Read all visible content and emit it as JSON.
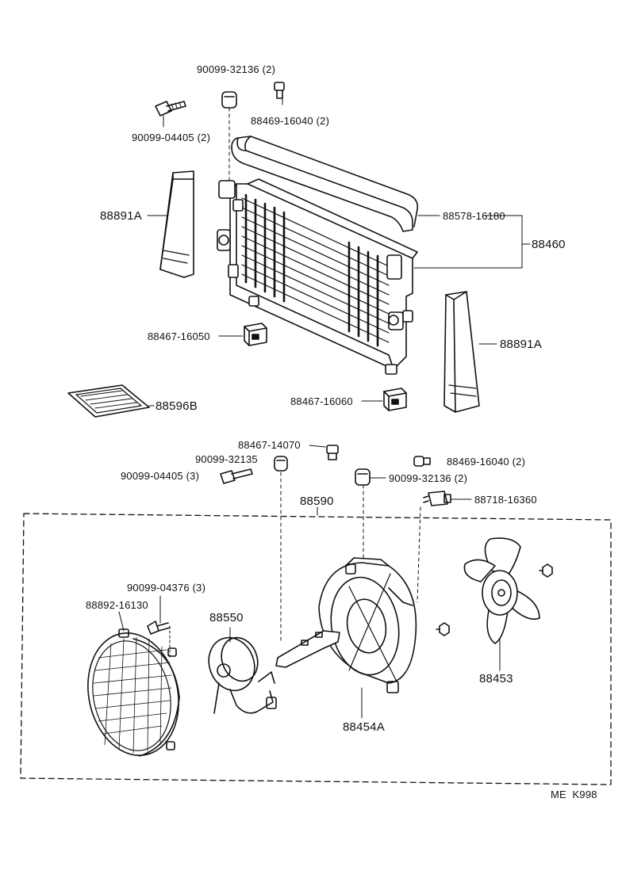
{
  "labels": {
    "l_90099_32136_top": "90099-32136 (2)",
    "l_88469_16040_top": "88469-16040 (2)",
    "l_90099_04405_top": "90099-04405 (2)",
    "l_88891A_left": "88891A",
    "l_88578_16180": "88578-16180",
    "l_88460": "88460",
    "l_88467_16050": "88467-16050",
    "l_88891A_right": "88891A",
    "l_88596B": "88596B",
    "l_88467_16060": "88467-16060",
    "l_88467_14070": "88467-14070",
    "l_90099_32135": "90099-32135",
    "l_88469_16040_mid": "88469-16040 (2)",
    "l_90099_04405_mid": "90099-04405 (3)",
    "l_90099_32136_mid": "90099-32136 (2)",
    "l_88590": "88590",
    "l_88718_16360": "88718-16360",
    "l_90099_04376": "90099-04376 (3)",
    "l_88892_16130": "88892-16130",
    "l_88550": "88550",
    "l_88453": "88453",
    "l_88454A": "88454A",
    "l_code": "ME  K998"
  },
  "colors": {
    "ink": "#111111",
    "paper": "#ffffff"
  }
}
